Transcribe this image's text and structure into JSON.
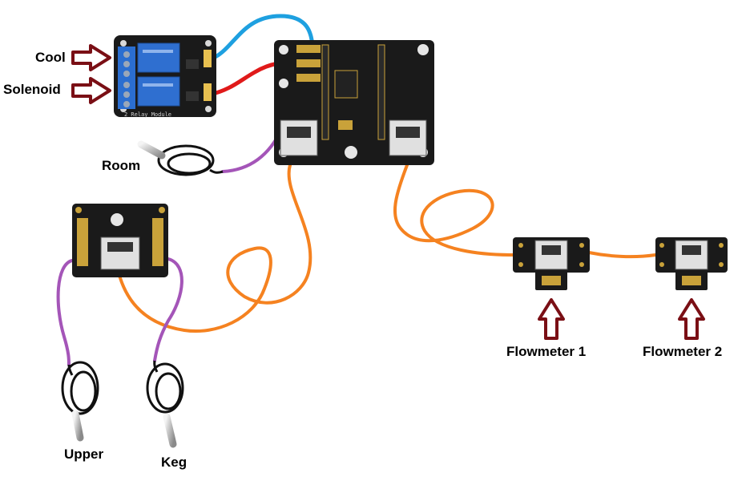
{
  "labels": {
    "cool": "Cool",
    "solenoid": "Solenoid",
    "room": "Room",
    "upper": "Upper",
    "keg": "Keg",
    "flowmeter1": "Flowmeter 1",
    "flowmeter2": "Flowmeter 2"
  },
  "relay_module": {
    "silkscreen": "2 Relay Module"
  },
  "colors": {
    "arrow": "#7a0f15",
    "wire_blue": "#1ea0e0",
    "wire_red": "#e01a1a",
    "wire_purple": "#a455b8",
    "wire_orange": "#f58220",
    "pcb": "#1a1a1a",
    "relay_blue": "#2f6fd0",
    "probe_cable": "#111111"
  },
  "icons": [
    "arrow-right-icon",
    "arrow-up-icon",
    "temperature-probe-icon",
    "relay-module-icon",
    "controller-board-icon",
    "sensor-hub-icon",
    "flowmeter-adapter-icon"
  ]
}
